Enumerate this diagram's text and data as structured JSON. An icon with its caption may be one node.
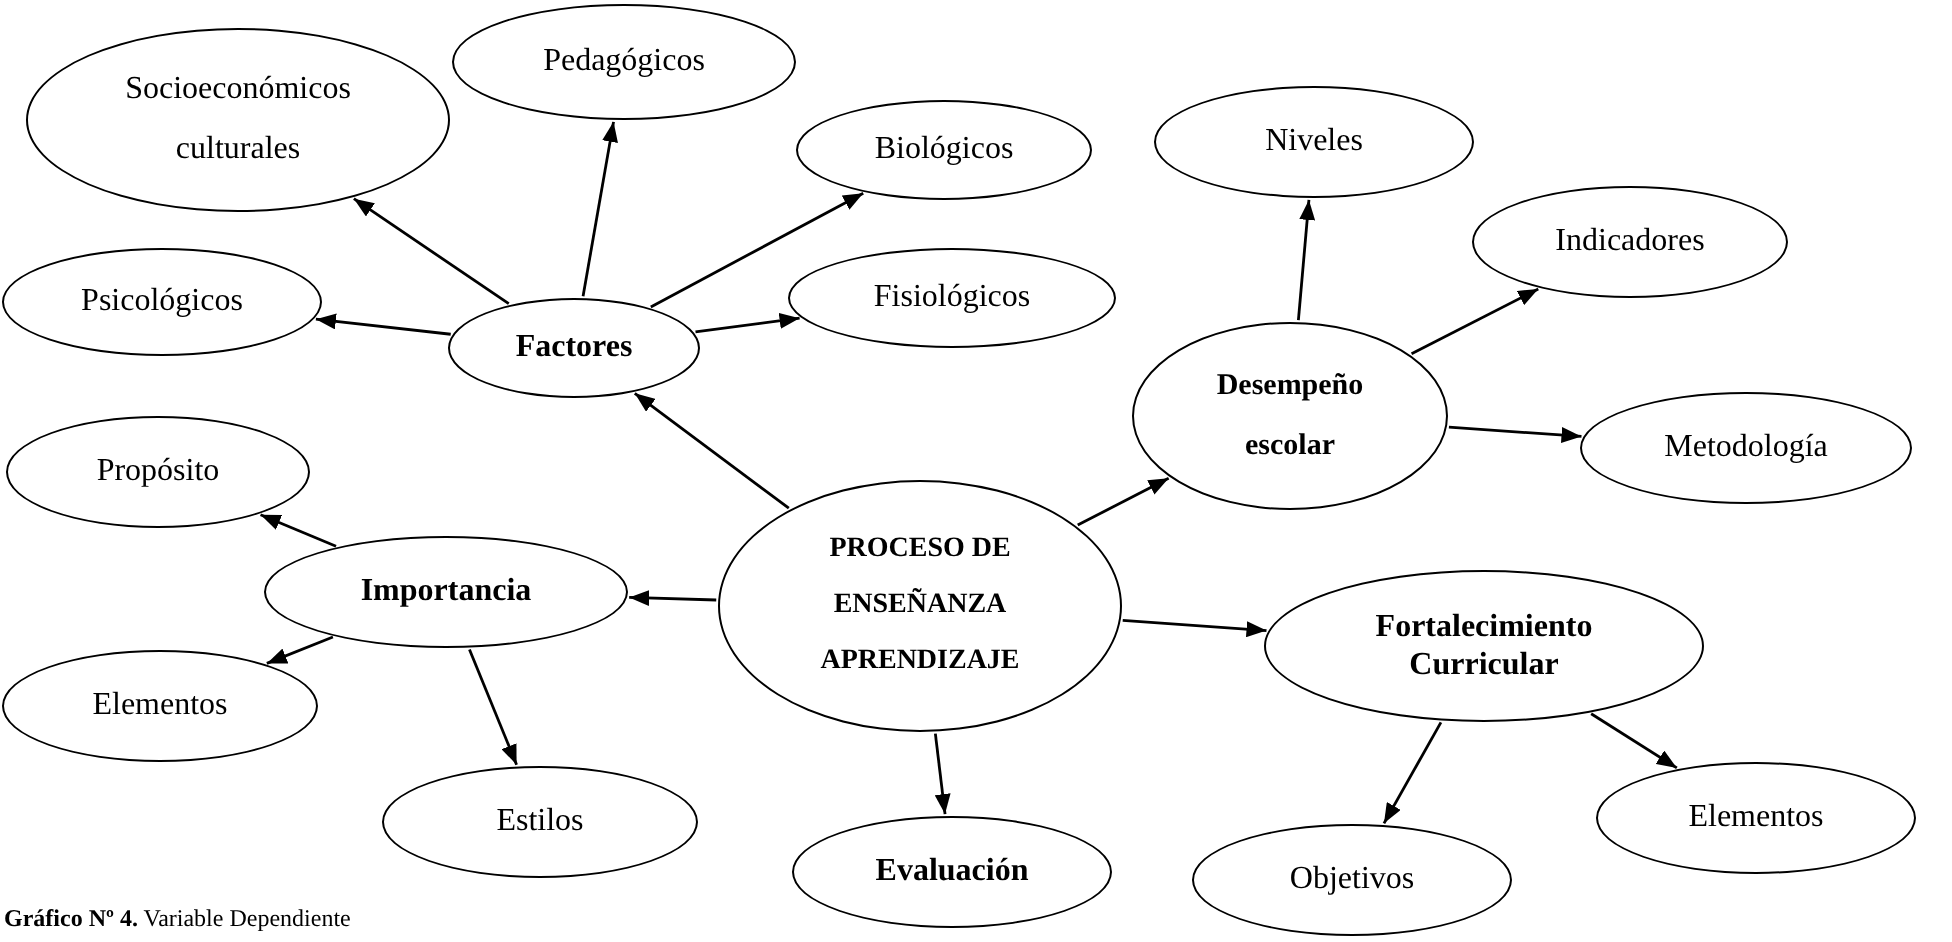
{
  "diagram": {
    "caption": "**Gráfico Nº 4.** Variable Dependiente",
    "nodes": [
      {
        "text": [
          "Pedagógicos"
        ]
      },
      {
        "text": [
          "Socioeconómicos culturales"
        ]
      },
      {
        "text": [
          "Biológicos"
        ]
      },
      {
        "text": [
          "Niveles"
        ]
      },
      {
        "text": [
          "Psicológicos"
        ]
      },
      {
        "text": [
          "Fisiológicos"
        ]
      },
      {
        "text": [
          "Factores"
        ]
      },
      {
        "text": [
          "Indicadores"
        ]
      },
      {
        "text": [
          "Desempeño escolar"
        ]
      },
      {
        "text": [
          "Metodología"
        ]
      },
      {
        "text": [
          "Propósito"
        ]
      },
      {
        "text": [
          "Importancia"
        ]
      },
      {
        "text": [
          "PROCESO DE ENSEÑANZA APRENDIZAJE"
        ]
      },
      {
        "text": [
          "Fortalecimiento Curricular"
        ]
      },
      {
        "text": [
          "Elementos"
        ]
      },
      {
        "text": [
          "Estilos"
        ]
      },
      {
        "text": [
          "Elementos"
        ]
      },
      {
        "text": [
          "Evaluación"
        ]
      },
      {
        "text": [
          "Objetivos"
        ]
      }
    ],
    "edges": [
      {
        "from": 12,
        "to": 6,
        "arrow": "to"
      },
      {
        "from": 12,
        "to": 11,
        "arrow": "to"
      },
      {
        "from": 12,
        "to": 17,
        "arrow": "to"
      },
      {
        "from": 12,
        "to": 8,
        "arrow": "to"
      },
      {
        "from": 12,
        "to": 13,
        "arrow": "to"
      },
      {
        "from": 6,
        "to": 1,
        "arrow": "to"
      },
      {
        "from": 6,
        "to": 0,
        "arrow": "to"
      },
      {
        "from": 6,
        "to": 2,
        "arrow": "to"
      },
      {
        "from": 6,
        "to": 4,
        "arrow": "to"
      },
      {
        "from": 6,
        "to": 5,
        "arrow": "to"
      },
      {
        "from": 11,
        "to": 10,
        "arrow": "to"
      },
      {
        "from": 11,
        "to": 14,
        "arrow": "to"
      },
      {
        "from": 11,
        "to": 15,
        "arrow": "to"
      },
      {
        "from": 8,
        "to": 3,
        "arrow": "to"
      },
      {
        "from": 8,
        "to": 7,
        "arrow": "to"
      },
      {
        "from": 8,
        "to": 9,
        "arrow": "to"
      },
      {
        "from": 13,
        "to": 18,
        "arrow": "to"
      },
      {
        "from": 13,
        "to": 16,
        "arrow": "to"
      }
    ]
  }
}
